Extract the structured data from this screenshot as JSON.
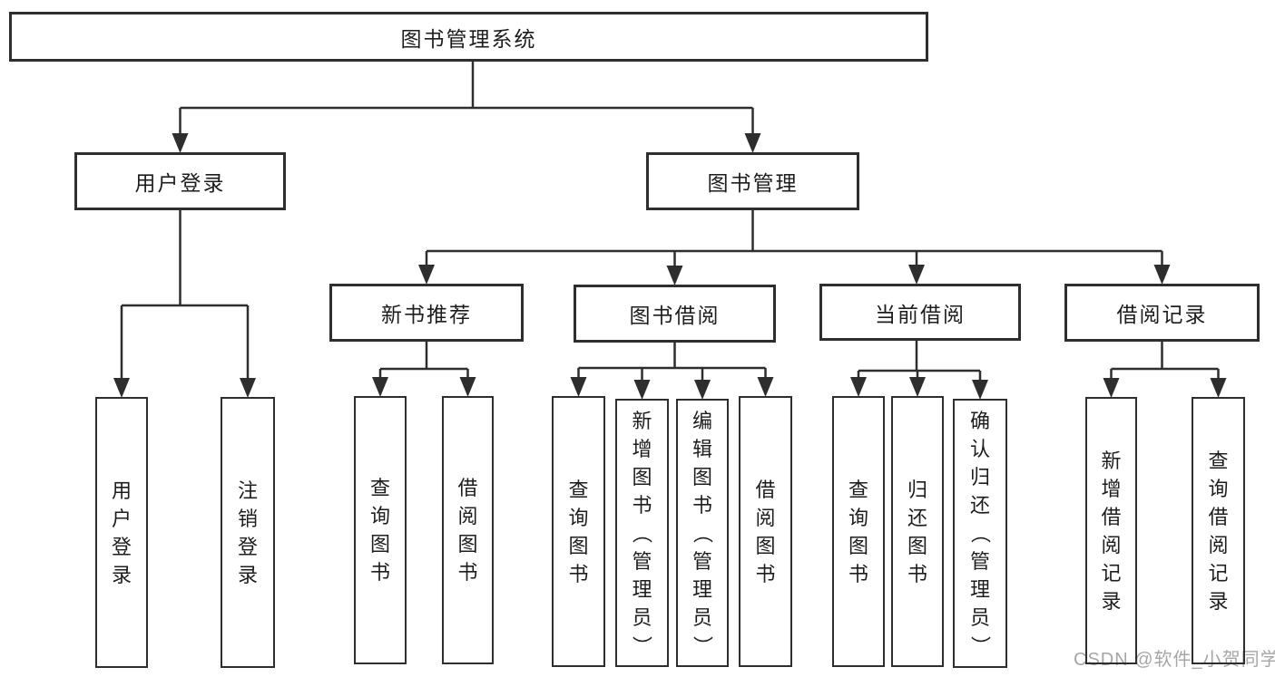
{
  "diagram": {
    "title": "图书管理系统",
    "type": "tree-structure-chart",
    "nodes": [
      {
        "id": "system",
        "label": "图书管理系统",
        "parent": null,
        "text_direction": "horizontal"
      },
      {
        "id": "user-login",
        "label": "用户登录",
        "parent": "system",
        "text_direction": "horizontal"
      },
      {
        "id": "book-management",
        "label": "图书管理",
        "parent": "system",
        "text_direction": "horizontal"
      },
      {
        "id": "new-book-recommend",
        "label": "新书推荐",
        "parent": "book-management",
        "text_direction": "horizontal"
      },
      {
        "id": "book-borrowing",
        "label": "图书借阅",
        "parent": "book-management",
        "text_direction": "horizontal"
      },
      {
        "id": "current-borrowing",
        "label": "当前借阅",
        "parent": "book-management",
        "text_direction": "horizontal"
      },
      {
        "id": "borrowing-records",
        "label": "借阅记录",
        "parent": "book-management",
        "text_direction": "horizontal"
      },
      {
        "id": "user-login-action",
        "label": "用户登录",
        "parent": "user-login",
        "text_direction": "vertical"
      },
      {
        "id": "logout-action",
        "label": "注销登录",
        "parent": "user-login",
        "text_direction": "vertical"
      },
      {
        "id": "query-books-recommend",
        "label": "查询图书",
        "parent": "new-book-recommend",
        "text_direction": "vertical"
      },
      {
        "id": "borrow-books-recommend",
        "label": "借阅图书",
        "parent": "new-book-recommend",
        "text_direction": "vertical"
      },
      {
        "id": "query-books-borrowing",
        "label": "查询图书",
        "parent": "book-borrowing",
        "text_direction": "vertical"
      },
      {
        "id": "add-books-admin",
        "label": "新增图书（管理员）",
        "parent": "book-borrowing",
        "text_direction": "vertical"
      },
      {
        "id": "edit-books-admin",
        "label": "编辑图书（管理员）",
        "parent": "book-borrowing",
        "text_direction": "vertical"
      },
      {
        "id": "borrow-books-borrowing",
        "label": "借阅图书",
        "parent": "book-borrowing",
        "text_direction": "vertical"
      },
      {
        "id": "query-books-current",
        "label": "查询图书",
        "parent": "current-borrowing",
        "text_direction": "vertical"
      },
      {
        "id": "return-books",
        "label": "归还图书",
        "parent": "current-borrowing",
        "text_direction": "vertical"
      },
      {
        "id": "confirm-return-admin",
        "label": "确认归还（管理员）",
        "parent": "current-borrowing",
        "text_direction": "vertical"
      },
      {
        "id": "add-borrowing-record",
        "label": "新增借阅记录",
        "parent": "borrowing-records",
        "text_direction": "vertical"
      },
      {
        "id": "query-borrowing-record",
        "label": "查询借阅记录",
        "parent": "borrowing-records",
        "text_direction": "vertical"
      }
    ]
  },
  "watermark": "CSDN @软件_小贺同学",
  "colors": {
    "line": "#2e2e2e",
    "box_border": "#2e2e2e",
    "text": "#1d1d1d",
    "background": "#ffffff",
    "watermark": "#a6a6a6"
  }
}
